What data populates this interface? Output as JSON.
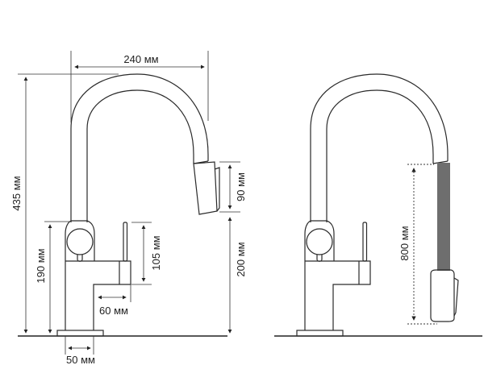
{
  "dimensions": {
    "spout_reach": "240 мм",
    "total_height": "435 мм",
    "body_height": "190 мм",
    "lever_height": "105 мм",
    "lever_offset": "60 мм",
    "base_diameter": "50 мм",
    "sprayhead_length": "90 мм",
    "spout_clearance": "200 мм",
    "hose_length": "800 мм"
  },
  "colors": {
    "line": "#2a2a2a",
    "hose": "#6e6e6e"
  }
}
